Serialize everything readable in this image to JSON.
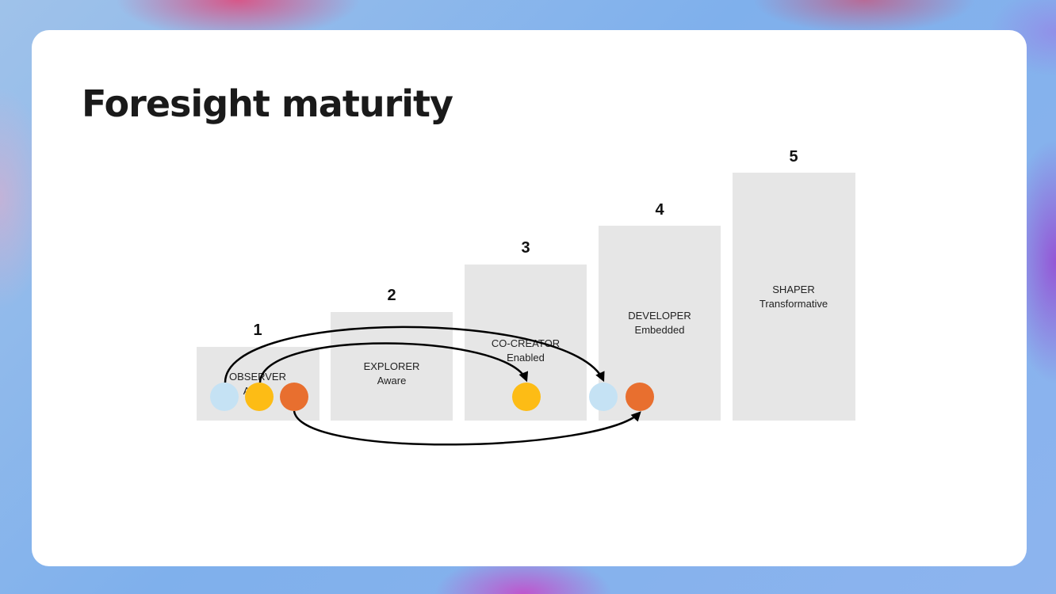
{
  "slide": {
    "title": "Foresight maturity"
  },
  "stages": [
    {
      "number": "1",
      "name": "OBSERVER",
      "level": "Aware"
    },
    {
      "number": "2",
      "name": "EXPLORER",
      "level": "Aware"
    },
    {
      "number": "3",
      "name": "CO-CREATOR",
      "level": "Enabled"
    },
    {
      "number": "4",
      "name": "DEVELOPER",
      "level": "Embedded"
    },
    {
      "number": "5",
      "name": "SHAPER",
      "level": "Transformative"
    }
  ],
  "colors": {
    "background_accent": "#8db4ee",
    "step_fill": "#e6e6e6",
    "marker_light_blue": "#c5e2f4",
    "marker_yellow": "#fdbc15",
    "marker_orange": "#e86f2f",
    "arrow": "#000000"
  },
  "markers": [
    {
      "color": "light-blue",
      "from_stage": 1,
      "to_stage": 4
    },
    {
      "color": "yellow",
      "from_stage": 1,
      "to_stage": 3
    },
    {
      "color": "orange",
      "from_stage": 1,
      "to_stage": 4
    }
  ]
}
